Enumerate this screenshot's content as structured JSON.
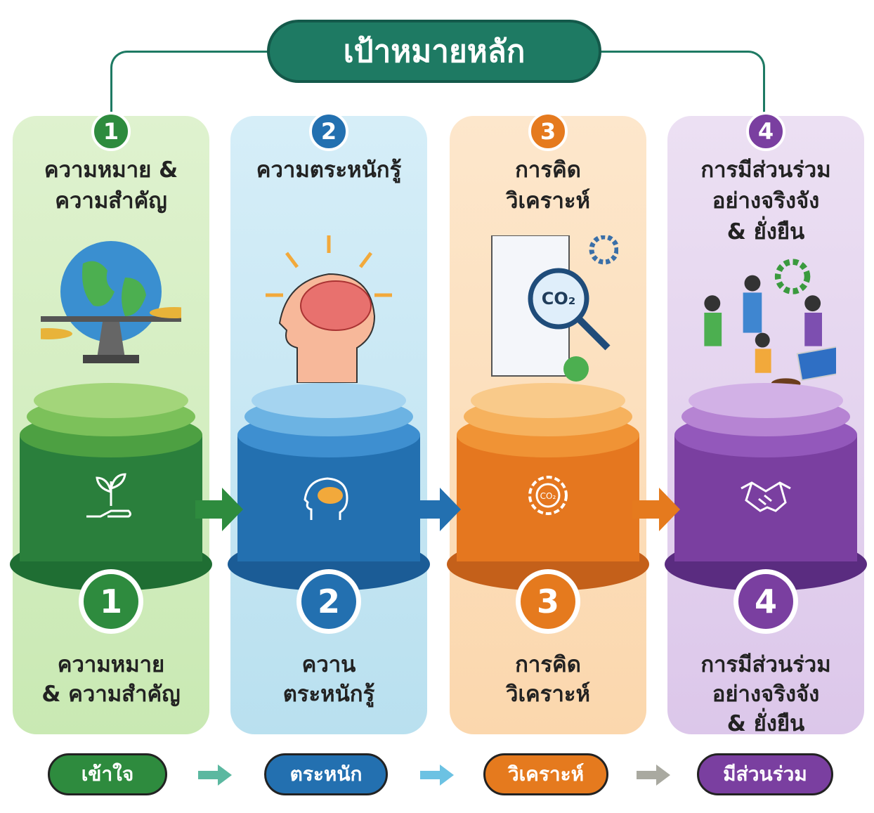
{
  "title": "เป้าหมายหลัก",
  "colors": {
    "title": "#1e7a63",
    "green": "#2e8b3e",
    "blue": "#2370b0",
    "orange": "#e57a1e",
    "purple": "#7a3fa0"
  },
  "steps": [
    {
      "number": "1",
      "title_lines": [
        "ความหมาย &",
        "ความสำคัญ"
      ],
      "bottom_lines": [
        "ความหมาย",
        "& ความสำคัญ"
      ],
      "pill": "เข้าใจ",
      "illustration": "globe-balance-icon",
      "icon": "hand-plant-icon"
    },
    {
      "number": "2",
      "title_lines": [
        "ความตระหนักรู้"
      ],
      "bottom_lines": [
        "ควาน",
        "ตระหนักรู้"
      ],
      "pill": "ตระหนัก",
      "illustration": "head-brain-icon",
      "icon": "head-brain-icon"
    },
    {
      "number": "3",
      "title_lines": [
        "การคิด",
        "วิเคราะห์"
      ],
      "bottom_lines": [
        "การคิด",
        "วิเคราะห์"
      ],
      "pill": "วิเคราะห์",
      "illustration": "co2-analysis-icon",
      "icon": "gear-co2-icon",
      "co2": "CO₂"
    },
    {
      "number": "4",
      "title_lines": [
        "การมีส่วนร่วม",
        "อย่างจริงจัง",
        "& ยั่งยืน"
      ],
      "bottom_lines": [
        "การมีส่วนร่วม",
        "อย่างจริงจัง",
        "& ยั่งยืน"
      ],
      "pill": "มีส่วนร่วม",
      "illustration": "people-planting-icon",
      "icon": "handshake-icon"
    }
  ]
}
